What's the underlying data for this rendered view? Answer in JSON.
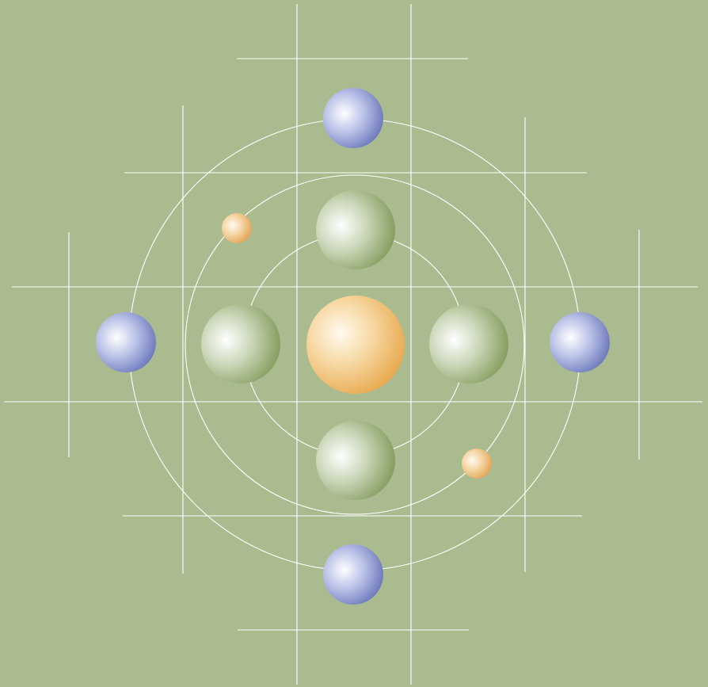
{
  "palette": {
    "background": "#abbb90",
    "line": "#ffffff",
    "sun_light": "#fffaf0",
    "sun_mid": "#f7d9a4",
    "sun_dark": "#e7a84c",
    "green_light": "#ffffff",
    "green_mid": "#c9d6b7",
    "green_dark": "#7f9758",
    "blue_light": "#ffffff",
    "blue_mid": "#bcc4e8",
    "blue_dark": "#6673b8",
    "moon_light": "#fffaf0",
    "moon_mid": "#f5d6a6",
    "moon_dark": "#e1a24f"
  },
  "composition": {
    "motif": "orbital-diagram",
    "orbit_rings": 3,
    "central_sphere_color": "sun",
    "inner_sphere_color": "green",
    "outer_sphere_color": "blue",
    "small_sphere_color": "moon"
  }
}
